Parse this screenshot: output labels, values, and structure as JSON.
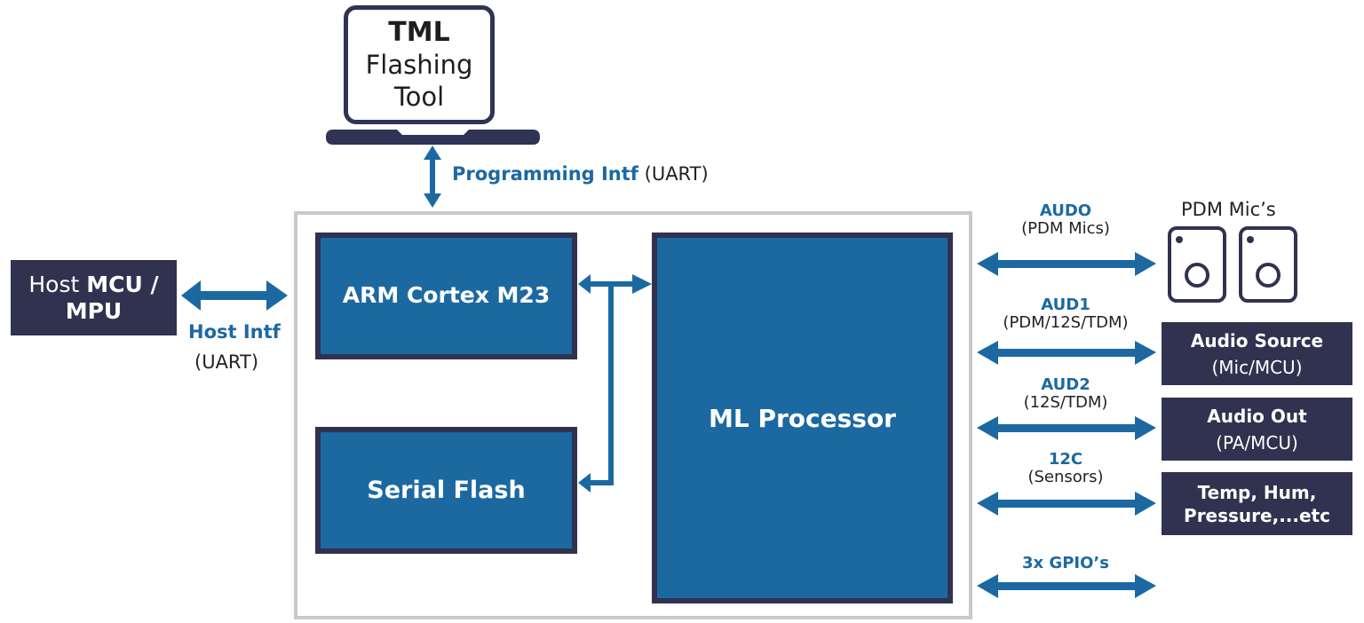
{
  "colors": {
    "accent_blue": "#1c69a2",
    "navy": "#30324f",
    "chip_border": "#c9c9c9",
    "text_dark": "#222222"
  },
  "laptop": {
    "icon": "laptop-icon",
    "title_bold": "TML",
    "title_line2": "Flashing",
    "title_line3": "Tool"
  },
  "programming_interface": {
    "label": "Programming Intf",
    "protocol": "(UART)"
  },
  "host": {
    "text_regular": "Host ",
    "text_bold_1": "MCU /",
    "text_bold_2": "MPU",
    "interface_label": "Host Intf",
    "interface_protocol": "(UART)"
  },
  "chip": {
    "blocks": {
      "arm": "ARM Cortex M23",
      "flash": "Serial Flash",
      "ml": "ML Processor"
    }
  },
  "right_interfaces": [
    {
      "name": "AUDO",
      "detail": "(PDM Mics)"
    },
    {
      "name": "AUD1",
      "detail": "(PDM/12S/TDM)"
    },
    {
      "name": "AUD2",
      "detail": "(12S/TDM)"
    },
    {
      "name": "12C",
      "detail": "(Sensors)"
    },
    {
      "name": "3x GPIO’s",
      "detail": ""
    }
  ],
  "peripherals": {
    "mics_label": "PDM Mic’s",
    "mic_icon": "speaker-icon",
    "audio_source": {
      "title": "Audio Source",
      "sub": "(Mic/MCU)"
    },
    "audio_out": {
      "title": "Audio Out",
      "sub": "(PA/MCU)"
    },
    "sensors": {
      "line1": "Temp, Hum,",
      "line2": "Pressure,...etc"
    }
  }
}
